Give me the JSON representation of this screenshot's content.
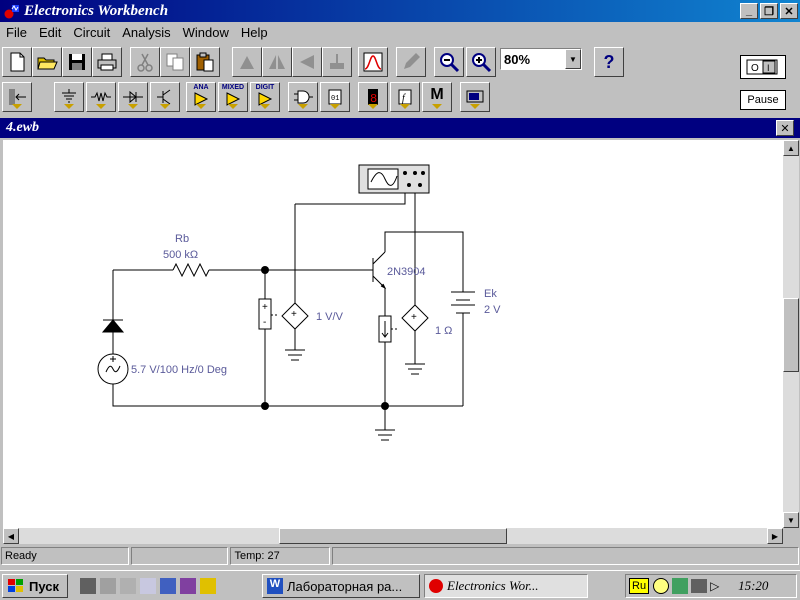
{
  "window": {
    "title": "Electronics Workbench"
  },
  "menu": [
    "File",
    "Edit",
    "Circuit",
    "Analysis",
    "Window",
    "Help"
  ],
  "toolbar": {
    "zoom_value": "80%",
    "help_label": "?",
    "pause_label": "Pause",
    "parts_bins": [
      {
        "name": "sources"
      },
      {
        "name": "basic"
      },
      {
        "name": "diodes"
      },
      {
        "name": "transistors"
      },
      {
        "name": "analog-ics",
        "label": "ANA"
      },
      {
        "name": "mixed-ics",
        "label": "MIXED"
      },
      {
        "name": "digital-ics",
        "label": "DIGIT"
      },
      {
        "name": "logic-gates"
      },
      {
        "name": "digital"
      },
      {
        "name": "indicators"
      },
      {
        "name": "controls"
      },
      {
        "name": "miscellaneous",
        "label": "M"
      },
      {
        "name": "instruments"
      }
    ]
  },
  "document": {
    "title": "4.ewb"
  },
  "circuit": {
    "resistor": {
      "name": "Rb",
      "value": "500 kΩ"
    },
    "transistor": {
      "name": "2N3904"
    },
    "battery": {
      "name": "Ek",
      "value": "2 V"
    },
    "source": {
      "value": "5.7 V/100 Hz/0 Deg"
    },
    "vcvs": {
      "value": "1 V/V"
    },
    "ccvs": {
      "value": "1 Ω"
    }
  },
  "status": {
    "left": "Ready",
    "middle": "",
    "temp": "Temp: 27",
    "right": ""
  },
  "taskbar": {
    "start_label": "Пуск",
    "tasks": [
      {
        "label": "Лабораторная ра...",
        "active": false
      },
      {
        "label": "Electronics Wor...",
        "active": true
      }
    ],
    "lang": "Ru",
    "clock": "15:20"
  },
  "colors": {
    "titlebar": "#000080",
    "wire": "#000000",
    "labels": "#5a5a9a"
  }
}
